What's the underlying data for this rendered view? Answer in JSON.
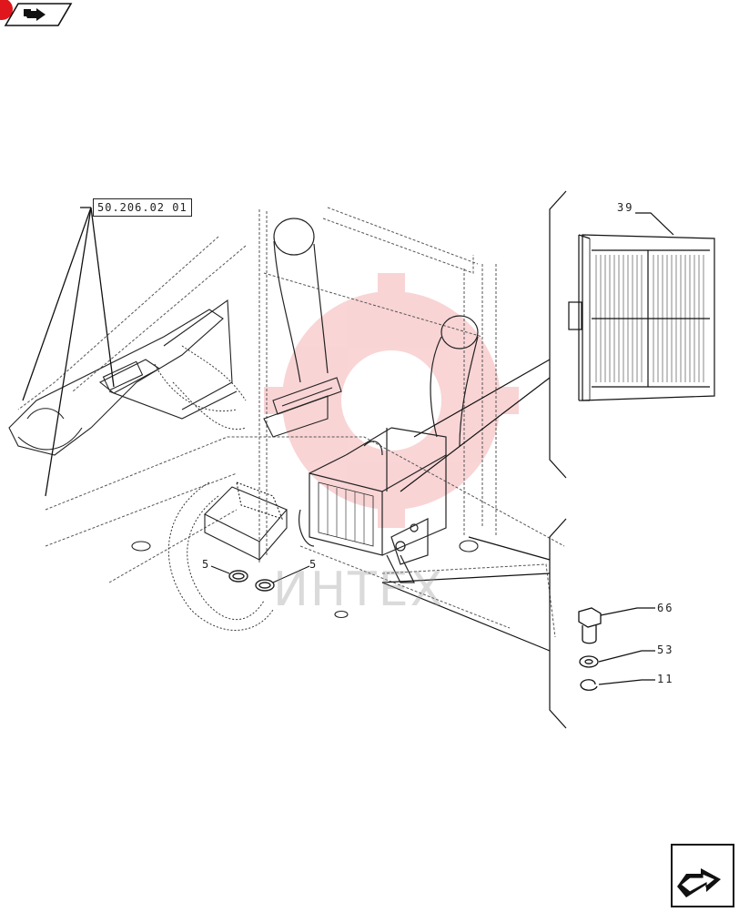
{
  "navigation": {
    "prev_icon": "page-back-icon",
    "next_icon": "page-forward-icon",
    "accent_color": "#e0161d"
  },
  "diagram": {
    "reference_link": "50.206.02 01",
    "callouts": {
      "filter": "39",
      "clamp_left": "5",
      "clamp_right": "5",
      "bolt": "66",
      "washer": "53",
      "lock_washer": "11"
    },
    "watermark_text": "ИНТЕХ",
    "watermark_color": "#e0161d"
  }
}
